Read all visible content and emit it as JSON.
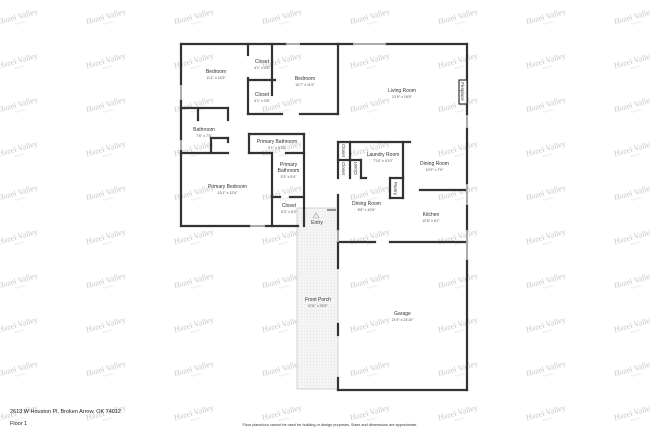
{
  "floorplan": {
    "rooms": [
      {
        "id": "bedroom-1",
        "name": "Bedroom",
        "dim": "11'1\" x 10'3\""
      },
      {
        "id": "closet-1",
        "name": "Closet",
        "dim": "4'1\" x 3'8\""
      },
      {
        "id": "closet-2",
        "name": "Closet",
        "dim": "4'1\" x 3'8\""
      },
      {
        "id": "bedroom-2",
        "name": "Bedroom",
        "dim": "10'7\" x 11'9\""
      },
      {
        "id": "living-room",
        "name": "Living Room",
        "dim": "21'9\" x 16'8\""
      },
      {
        "id": "bathroom",
        "name": "Bathroom",
        "dim": "7'6\" x 7'5\""
      },
      {
        "id": "primary-bathroom-1",
        "name": "Primary Bathroom",
        "dim": "9'1\" x 3'10\""
      },
      {
        "id": "primary-bathroom-2",
        "name": "Primary Bathroom",
        "dim": "5'3\" x 5'4\""
      },
      {
        "id": "primary-bedroom",
        "name": "Primary Bedroom",
        "dim": "15'1\" x 12'6\""
      },
      {
        "id": "closet-3",
        "name": "Closet",
        "dim": "5'3\" x 6'3\""
      },
      {
        "id": "laundry-room",
        "name": "Laundry Room",
        "dim": "7'10\" x 5'10\""
      },
      {
        "id": "dining-room-1",
        "name": "Dining Room",
        "dim": "10'9\" x 7'9\""
      },
      {
        "id": "dining-room-2",
        "name": "Dining Room",
        "dim": "8'8\" x 10'6\""
      },
      {
        "id": "kitchen",
        "name": "Kitchen",
        "dim": "12'6\" x 8'1\""
      },
      {
        "id": "entry",
        "name": "Entry",
        "dim": ""
      },
      {
        "id": "front-porch",
        "name": "Front Porch",
        "dim": "6'11\" x 30'9\""
      },
      {
        "id": "garage",
        "name": "Garage",
        "dim": "21'9\" x 24'10\""
      }
    ],
    "small_labels": {
      "fireplace": "Fireplace",
      "pantry": "Pantry",
      "closet_a": "Closet",
      "closet_b": "Closet",
      "closet_c": "Closet"
    }
  },
  "watermark": {
    "text": "Hazel Valley",
    "sub": "Realtors"
  },
  "footer": {
    "address": "2613 W Houston Pl, Broken Arrow, OK 74012",
    "floor": "Floor 1",
    "disclaimer": "Floor plans/tour cannot be used for building or design purposes. Sizes and dimensions are approximate."
  }
}
